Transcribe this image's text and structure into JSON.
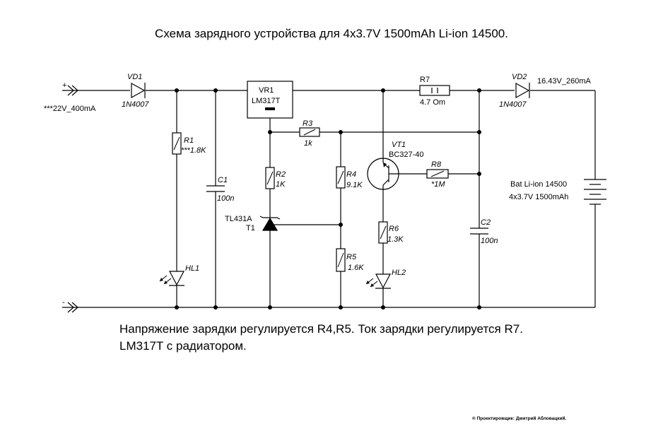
{
  "title": "Схема зарядного устройства для 4x3.7V 1500mAh Li-ion 14500.",
  "notes": {
    "line1": "Напряжение зарядки регулируется R4,R5. Ток зарядки регулируется R7.",
    "line2": "LM317T с радиатором."
  },
  "credit": "® Проектировщик: Дмитрий Абловацкий.",
  "terminals": {
    "plus_sign": "+",
    "minus_sign": "-",
    "input": "***22V_400mA",
    "output": "16.43V_260mA"
  },
  "components": {
    "vd1": {
      "ref": "VD1",
      "value": "1N4007"
    },
    "vd2": {
      "ref": "VD2",
      "value": "1N4007"
    },
    "vr1": {
      "ref": "VR1",
      "value": "LM317T"
    },
    "r1": {
      "ref": "R1",
      "value": "***1.8K"
    },
    "r2": {
      "ref": "R2",
      "value": "1K"
    },
    "r3": {
      "ref": "R3",
      "value": "1k"
    },
    "r4": {
      "ref": "R4",
      "value": "9.1K"
    },
    "r5": {
      "ref": "R5",
      "value": "1.6K"
    },
    "r6": {
      "ref": "R6",
      "value": "1.3K"
    },
    "r7": {
      "ref": "R7",
      "value": "4.7 Om"
    },
    "r8": {
      "ref": "R8",
      "value": "*1M"
    },
    "c1": {
      "ref": "C1",
      "value": "100n"
    },
    "c2": {
      "ref": "C2",
      "value": "100n"
    },
    "t1": {
      "ref": "T1",
      "value": "TL431A"
    },
    "vt1": {
      "ref": "VT1",
      "value": "BC327-40"
    },
    "hl1": {
      "ref": "HL1"
    },
    "hl2": {
      "ref": "HL2"
    },
    "bat": {
      "value": "Bat Li-ion 14500",
      "spec": "4x3.7V 1500mAh"
    }
  }
}
